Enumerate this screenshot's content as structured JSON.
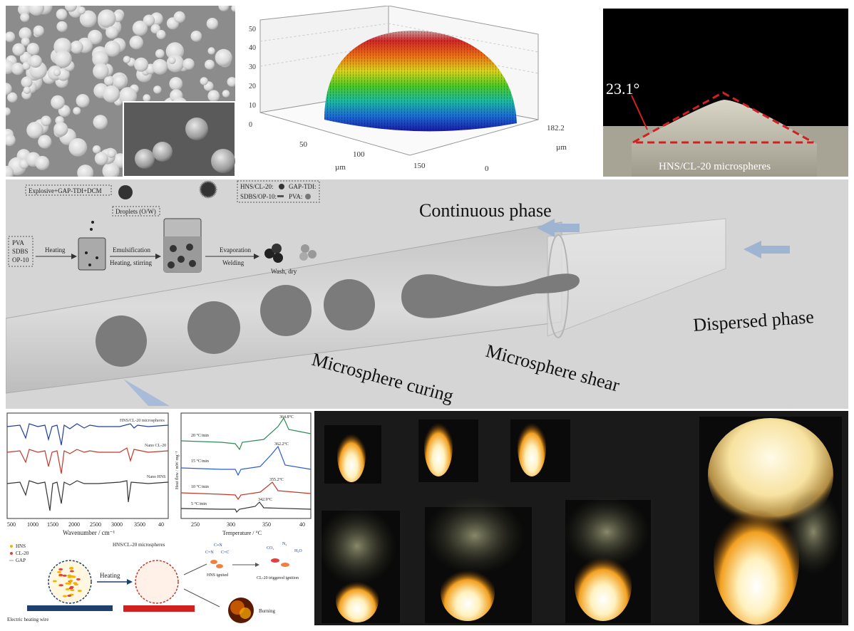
{
  "sem_panel": {
    "title": ""
  },
  "profile3d": {
    "z_ticks": [
      "0",
      "10",
      "20",
      "30",
      "40",
      "50"
    ],
    "x_ticks": [
      "50",
      "100",
      "150"
    ],
    "y_ticks": [
      "0",
      "182.2"
    ],
    "x_unit": "µm",
    "y_unit": "µm"
  },
  "angle_panel": {
    "angle": "23.1°",
    "caption": "HNS/CL-20 microspheres"
  },
  "scheme": {
    "phase1": "Explosive+GAP-TDI+DCM",
    "droplets": "Droplets (O/W)",
    "legend": {
      "hns_cl20": "HNS/CL-20:",
      "gap_tdi": "GAP-TDI:",
      "sdbs_op10": "SDBS/OP-10:",
      "pva": "PVA:"
    },
    "left_box": [
      "PVA",
      "SDBS",
      "OP-10"
    ],
    "step1": "Heating",
    "step2a": "Emulsification",
    "step2b": "Heating, stirring",
    "step3a": "Evaporation",
    "step3b": "Welding",
    "step4": "Wash, dry"
  },
  "channel": {
    "continuous": "Continuous phase",
    "dispersed": "Dispersed phase",
    "shear": "Microsphere shear",
    "curing": "Microsphere curing",
    "colors": {
      "arrow": "#9fb4d0",
      "bg": "#d3d3d3",
      "droplet": "#7a7a7a"
    }
  },
  "ftir": {
    "series": [
      "HNS/CL-20 microspheres",
      "Nano CL-20",
      "Nano HNS"
    ],
    "x_ticks": [
      "500",
      "1000",
      "1500",
      "2000",
      "2500",
      "3000",
      "3500",
      "40"
    ],
    "xlabel": "Wavenumber / cm⁻¹",
    "colors": [
      "#1f3f9f",
      "#c0392b",
      "#333333"
    ]
  },
  "dsc": {
    "series": [
      {
        "name": "20 °C/min",
        "peak": "364.8°C",
        "color": "#2e8b57"
      },
      {
        "name": "15 °C/min",
        "peak": "362.2°C",
        "color": "#2a5bd7"
      },
      {
        "name": "10 °C/min",
        "peak": "355.2°C",
        "color": "#c0392b"
      },
      {
        "name": "5 °C/min",
        "peak": "342.9°C",
        "color": "#333333"
      }
    ],
    "x_ticks": [
      "250",
      "300",
      "350",
      "40"
    ],
    "xlabel": "Temperature / °C",
    "ylabel": "Heat flow / mW·mg⁻¹"
  },
  "ignition": {
    "title": "HNS/CL-20 microspheres",
    "legend": [
      "HNS",
      "CL-20",
      "GAP"
    ],
    "heating": "Heating",
    "wire": "Electric heating wire",
    "hns_ign": "HNS ignited",
    "cl20_ign": "CL-20 triggered ignition",
    "burning": "Burning",
    "products": [
      "CO₂",
      "N₂",
      "H₂O"
    ],
    "bonds": [
      "C≡N",
      "C=N",
      "C=C"
    ]
  }
}
